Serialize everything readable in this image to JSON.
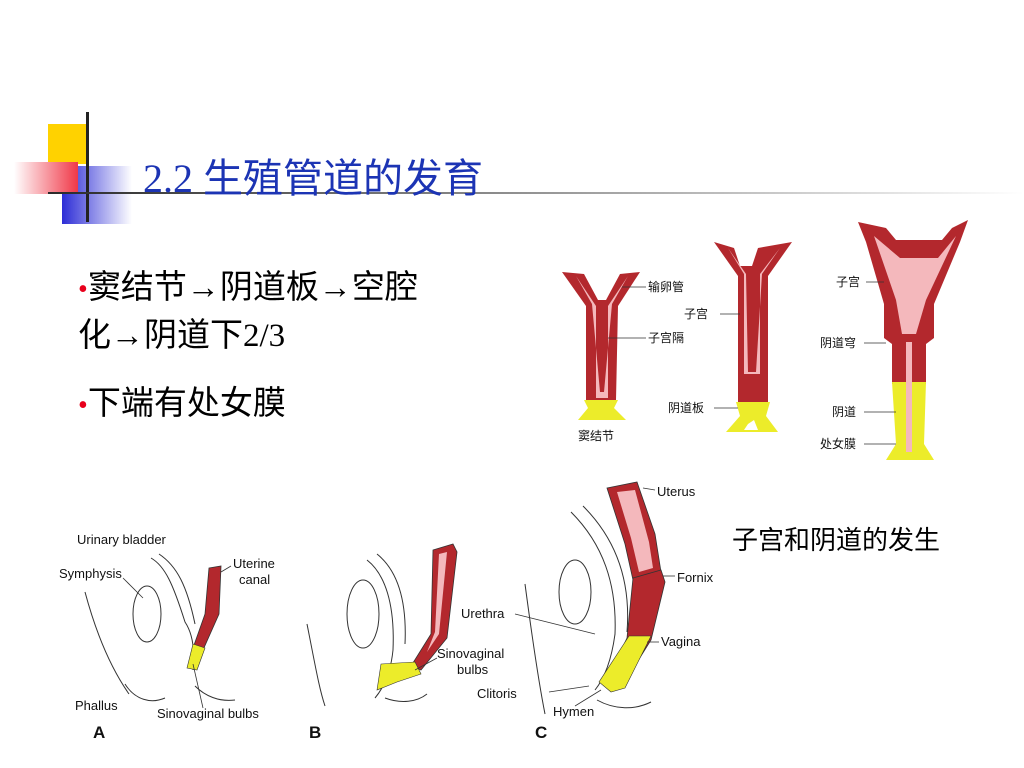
{
  "title": "2.2 生殖管道的发育",
  "bullets": [
    {
      "line1": "窦结节→阴道板→空腔",
      "line2": "化→阴道下2/3"
    },
    {
      "line1": "下端有处女膜"
    }
  ],
  "figure_top_labels": {
    "oviduct": "输卵管",
    "uterus_a": "子宫",
    "septum": "子宫隔",
    "sinus_tubercle": "窦结节",
    "vaginal_plate": "阴道板",
    "uterus_b": "子宫",
    "fornix": "阴道穹",
    "vagina": "阴道",
    "hymen": "处女膜"
  },
  "figure_bottom_labels": {
    "urinary_bladder": "Urinary bladder",
    "symphysis": "Symphysis",
    "uterine": "Uterine",
    "canal": "canal",
    "phallus": "Phallus",
    "sinovaginal_bulbs_a": "Sinovaginal bulbs",
    "panel_a": "A",
    "sinovaginal": "Sinovaginal",
    "bulbs": "bulbs",
    "panel_b": "B",
    "uterus": "Uterus",
    "fornix": "Fornix",
    "urethra": "Urethra",
    "vagina": "Vagina",
    "clitoris": "Clitoris",
    "hymen": "Hymen",
    "panel_c": "C"
  },
  "caption": "子宫和阴道的发生",
  "colors": {
    "title": "#1c34b4",
    "bullet": "#e8001c",
    "tissue": "#b3282d",
    "lumen": "#f4b8bc",
    "yellow": "#ecec2a"
  }
}
